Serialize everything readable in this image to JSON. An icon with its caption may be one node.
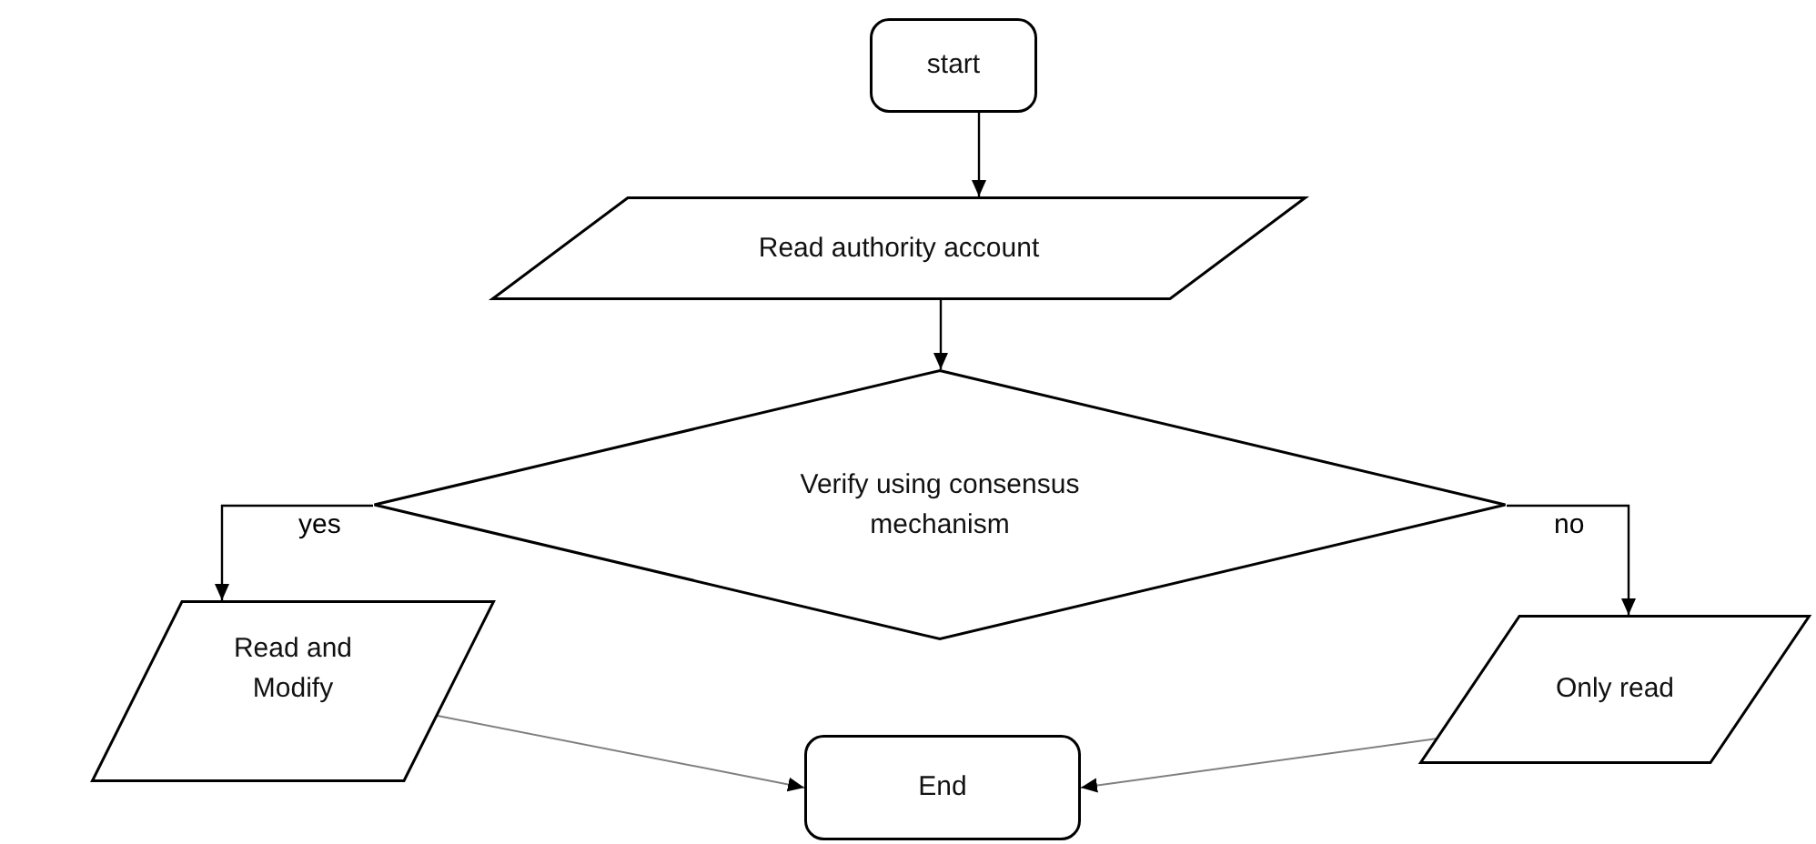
{
  "diagram": {
    "nodes": [
      {
        "text": [
          "start"
        ]
      },
      {
        "text": [
          "Read authority account"
        ]
      },
      {
        "text": [
          "Verify using consensus mechanism"
        ]
      },
      {
        "text": [
          "Read and Modify"
        ]
      },
      {
        "text": [
          "Only read"
        ]
      },
      {
        "text": [
          "End"
        ]
      }
    ],
    "edges": [
      {
        "from": 0,
        "to": 1,
        "arrow": "to"
      },
      {
        "from": 1,
        "to": 2,
        "arrow": "to"
      },
      {
        "from": 2,
        "to": 3,
        "arrow": "to",
        "label": "yes"
      },
      {
        "from": 2,
        "to": 4,
        "arrow": "to",
        "label": "no"
      },
      {
        "from": 3,
        "to": 5,
        "arrow": "to",
        "color": "#808080"
      },
      {
        "from": 4,
        "to": 5,
        "arrow": "to",
        "color": "#808080"
      }
    ]
  }
}
